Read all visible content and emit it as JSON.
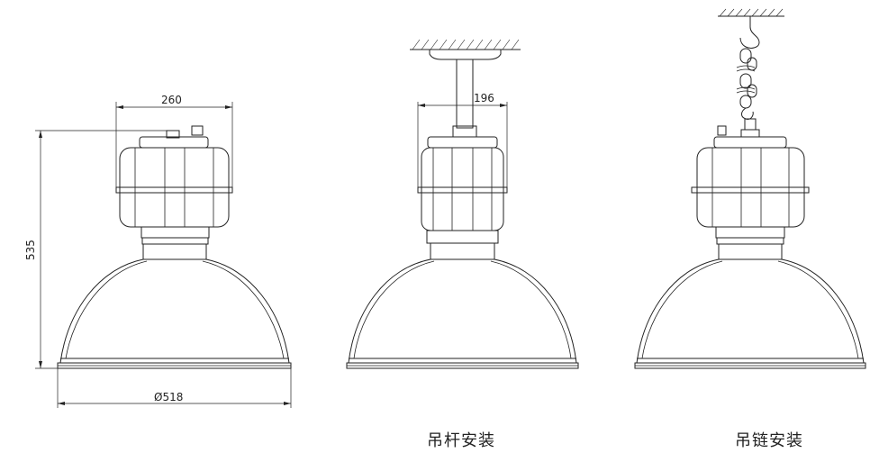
{
  "dimensions": {
    "housing_width": "260",
    "height": "535",
    "reflector_diameter": "Ø518",
    "rod_mount_width": "196"
  },
  "captions": {
    "rod_mount": "吊杆安装",
    "chain_mount": "吊链安装"
  }
}
